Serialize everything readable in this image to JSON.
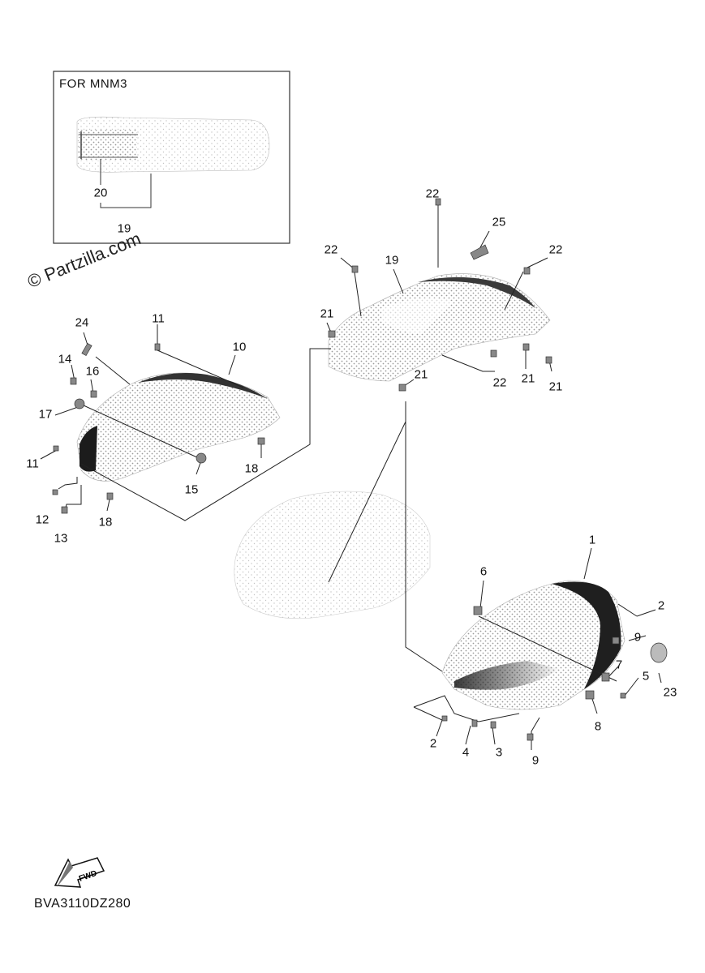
{
  "inset": {
    "title": "FOR MNM3"
  },
  "watermark": "© Partzilla.com",
  "diagram_code": "BVA3110DZ280",
  "fwd_badge": "FWD",
  "labels": [
    {
      "id": "inset-20",
      "text": "20"
    },
    {
      "id": "inset-19",
      "text": "19"
    },
    {
      "id": "p22a",
      "text": "22"
    },
    {
      "id": "p25",
      "text": "25"
    },
    {
      "id": "p22b",
      "text": "22"
    },
    {
      "id": "p19",
      "text": "19"
    },
    {
      "id": "p22c",
      "text": "22"
    },
    {
      "id": "p21a",
      "text": "21"
    },
    {
      "id": "p21b",
      "text": "21"
    },
    {
      "id": "p22d",
      "text": "22"
    },
    {
      "id": "p21c",
      "text": "21"
    },
    {
      "id": "p21d",
      "text": "21"
    },
    {
      "id": "p24",
      "text": "24"
    },
    {
      "id": "p11a",
      "text": "11"
    },
    {
      "id": "p10",
      "text": "10"
    },
    {
      "id": "p14",
      "text": "14"
    },
    {
      "id": "p16",
      "text": "16"
    },
    {
      "id": "p17",
      "text": "17"
    },
    {
      "id": "p11b",
      "text": "11"
    },
    {
      "id": "p18a",
      "text": "18"
    },
    {
      "id": "p15",
      "text": "15"
    },
    {
      "id": "p12",
      "text": "12"
    },
    {
      "id": "p13",
      "text": "13"
    },
    {
      "id": "p18b",
      "text": "18"
    },
    {
      "id": "p1",
      "text": "1"
    },
    {
      "id": "p6",
      "text": "6"
    },
    {
      "id": "p2a",
      "text": "2"
    },
    {
      "id": "p9a",
      "text": "9"
    },
    {
      "id": "p7",
      "text": "7"
    },
    {
      "id": "p5",
      "text": "5"
    },
    {
      "id": "p23",
      "text": "23"
    },
    {
      "id": "p8",
      "text": "8"
    },
    {
      "id": "p2b",
      "text": "2"
    },
    {
      "id": "p4",
      "text": "4"
    },
    {
      "id": "p3",
      "text": "3"
    },
    {
      "id": "p9b",
      "text": "9"
    }
  ]
}
